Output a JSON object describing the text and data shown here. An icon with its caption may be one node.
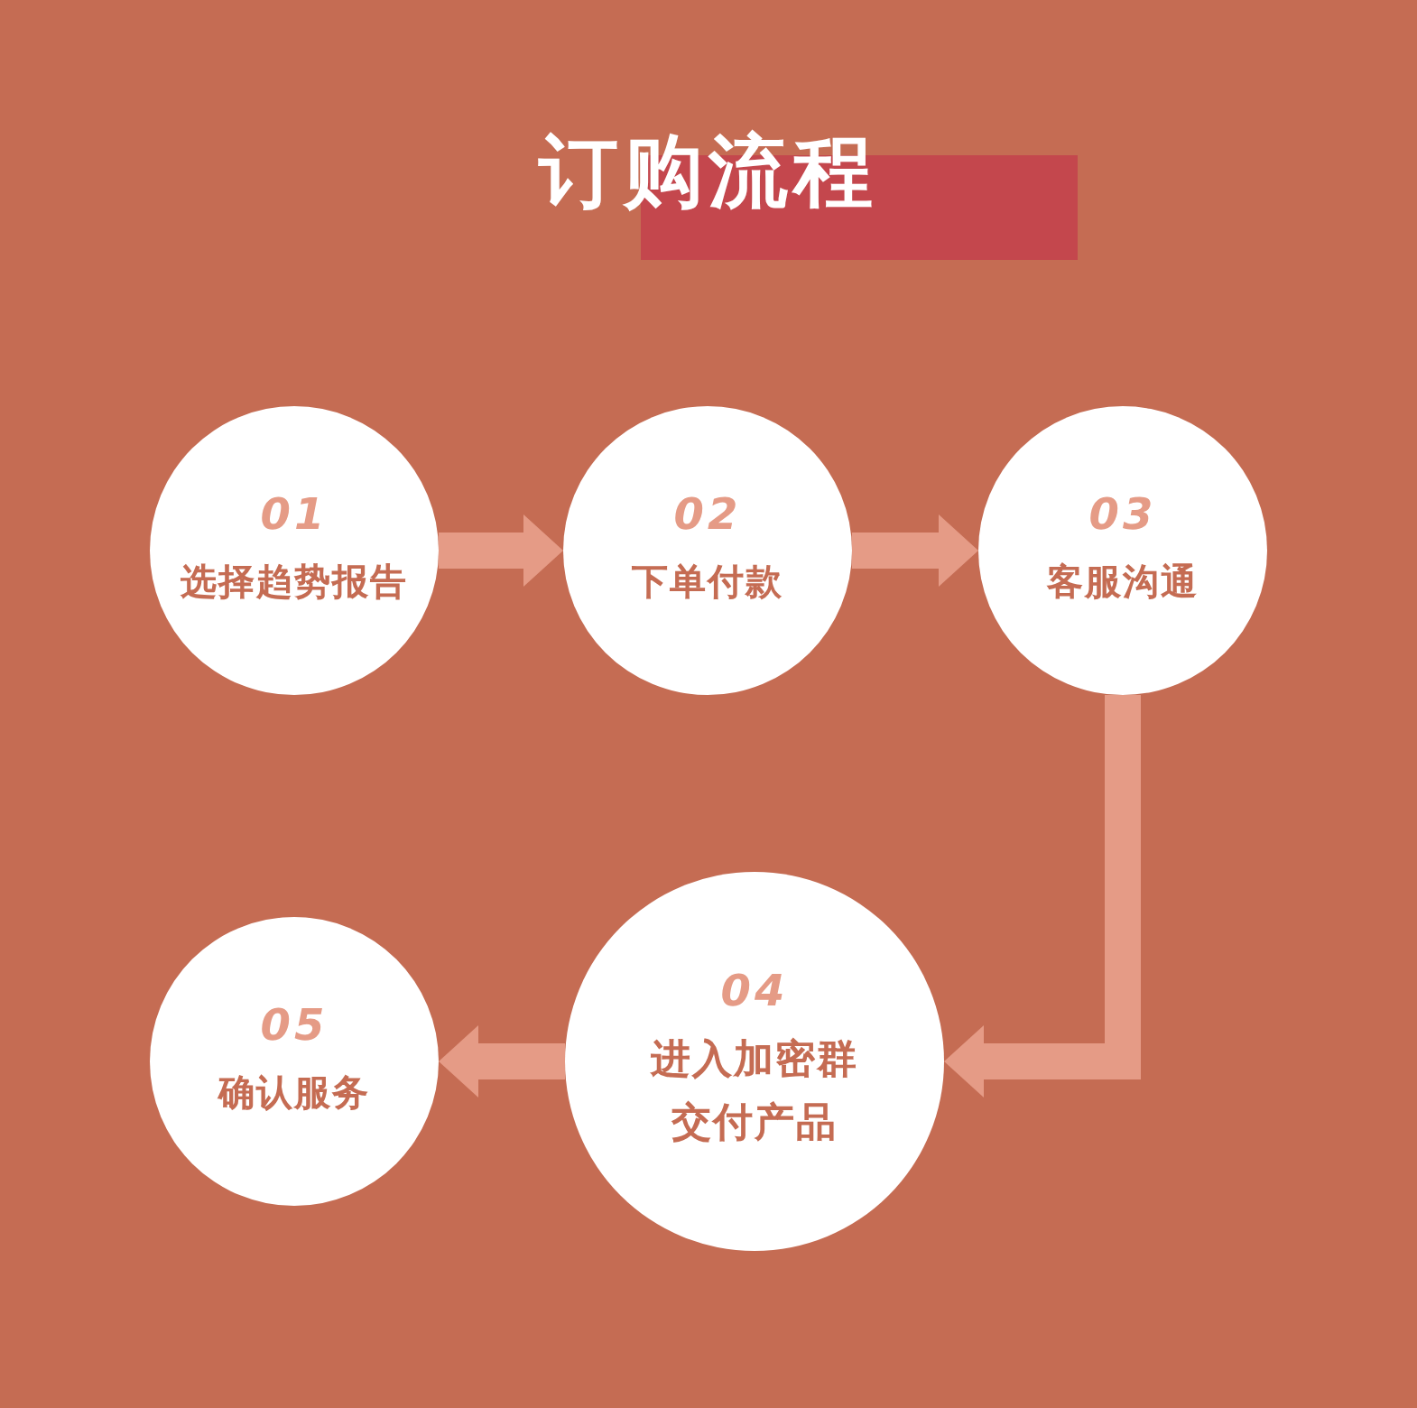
{
  "diagram": {
    "title": "订购流程",
    "nodes": [
      {
        "text": [
          "01",
          "选择趋势报告"
        ]
      },
      {
        "text": [
          "02",
          "下单付款"
        ]
      },
      {
        "text": [
          "03",
          "客服沟通"
        ]
      },
      {
        "text": [
          "04",
          "进入加密群交付产品"
        ]
      },
      {
        "text": [
          "05",
          "确认服务"
        ]
      }
    ],
    "edges": [
      {
        "from": 0,
        "to": 1,
        "arrow": "to"
      },
      {
        "from": 1,
        "to": 2,
        "arrow": "to"
      },
      {
        "from": 2,
        "to": 3,
        "arrow": "to"
      },
      {
        "from": 3,
        "to": 4,
        "arrow": "to"
      }
    ]
  }
}
